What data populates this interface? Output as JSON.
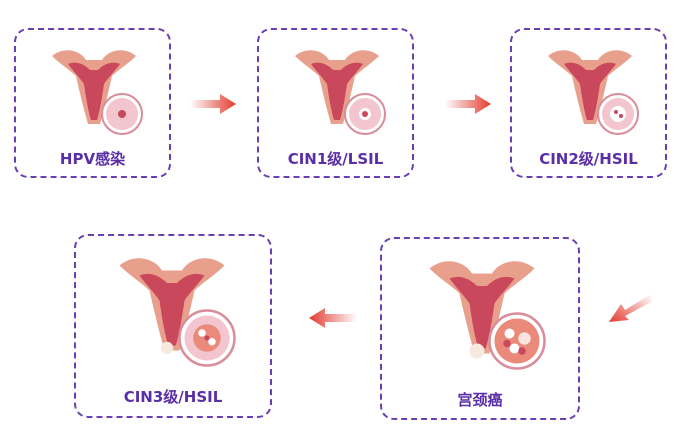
{
  "stages": [
    {
      "label": "HPV感染"
    },
    {
      "label": "CIN1级/LSIL"
    },
    {
      "label": "CIN2级/HSIL"
    },
    {
      "label": "CIN3级/HSIL"
    },
    {
      "label": "宫颈癌"
    }
  ],
  "colors": {
    "border": "#6a3fb5",
    "label": "#5a2ea6",
    "arrow": "#e23a2e",
    "uterus_outer": "#e8a08c",
    "uterus_inner": "#c9485b",
    "cervix_disc": "#f3c6cf"
  }
}
